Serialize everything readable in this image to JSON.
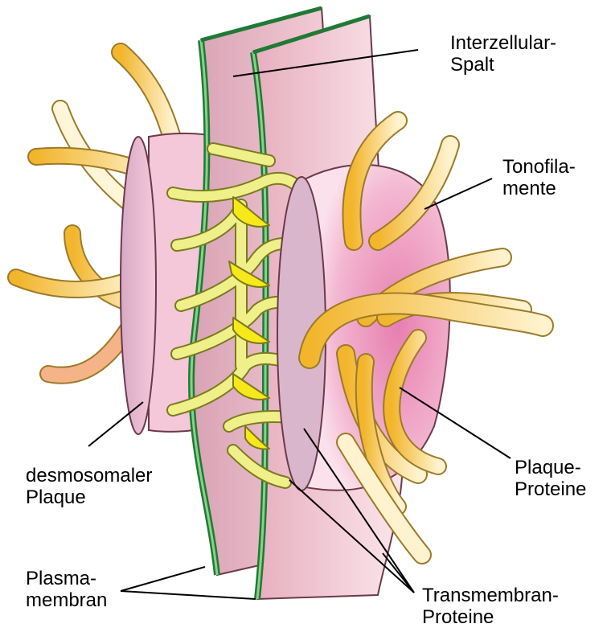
{
  "labels": {
    "interzellular_spalt": [
      "Interzellular-",
      "Spalt"
    ],
    "tonofilamente": [
      "Tonofila-",
      "mente"
    ],
    "desmosomaler_plaque": [
      "desmosomaler",
      "Plaque"
    ],
    "plaque_proteine": [
      "Plaque-",
      "Proteine"
    ],
    "plasmamembran": [
      "Plasma-",
      "membran"
    ],
    "transmembran_proteine": [
      "Transmembran-",
      "Proteine"
    ]
  },
  "colors": {
    "membrane_pink": "#e8b9c6",
    "membrane_light": "#f7dbe3",
    "membrane_green": "#2f9a4a",
    "membrane_light_green": "#8dd08a",
    "plaque_pink": "#f1b6cf",
    "plaque_rim": "#d9b6cc",
    "filament_yellow": "#f3c23a",
    "filament_pale": "#fff1c4",
    "filament_tip": "#f0a06a",
    "protein_yellow": "#f0f08a",
    "protein_bright": "#f7e81a"
  }
}
